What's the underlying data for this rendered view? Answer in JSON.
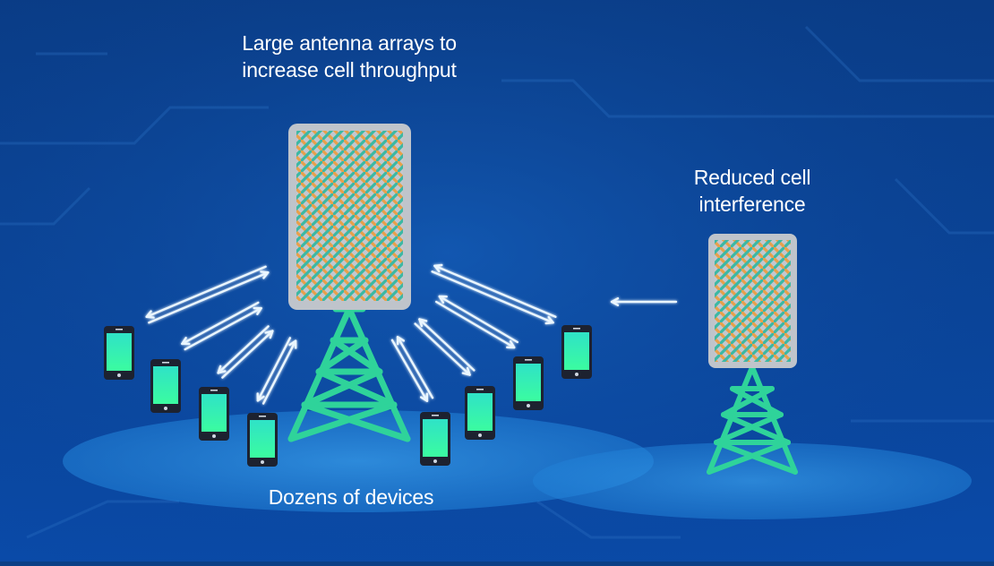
{
  "labels": {
    "main_array_line1": "Large antenna arrays to",
    "main_array_line2": "increase cell throughput",
    "secondary_line1": "Reduced cell",
    "secondary_line2": "interference",
    "devices": "Dozens of devices"
  },
  "colors": {
    "background_top": "#0a3c86",
    "background_bottom": "#0a4aa8",
    "tower": "#2fd39a",
    "panel": "#bfc4cb",
    "element_orange": "#e8a04a",
    "element_green": "#3bb8a4",
    "phone_screen_top": "#2fe2c7",
    "phone_screen_bottom": "#3bfca0",
    "arrow": "#eaf6ff",
    "coverage_area": "#2a8ee0"
  },
  "icons": [
    "antenna-panel",
    "cell-tower",
    "smartphone",
    "bidirectional-arrow",
    "one-way-arrow",
    "coverage-ellipse"
  ]
}
